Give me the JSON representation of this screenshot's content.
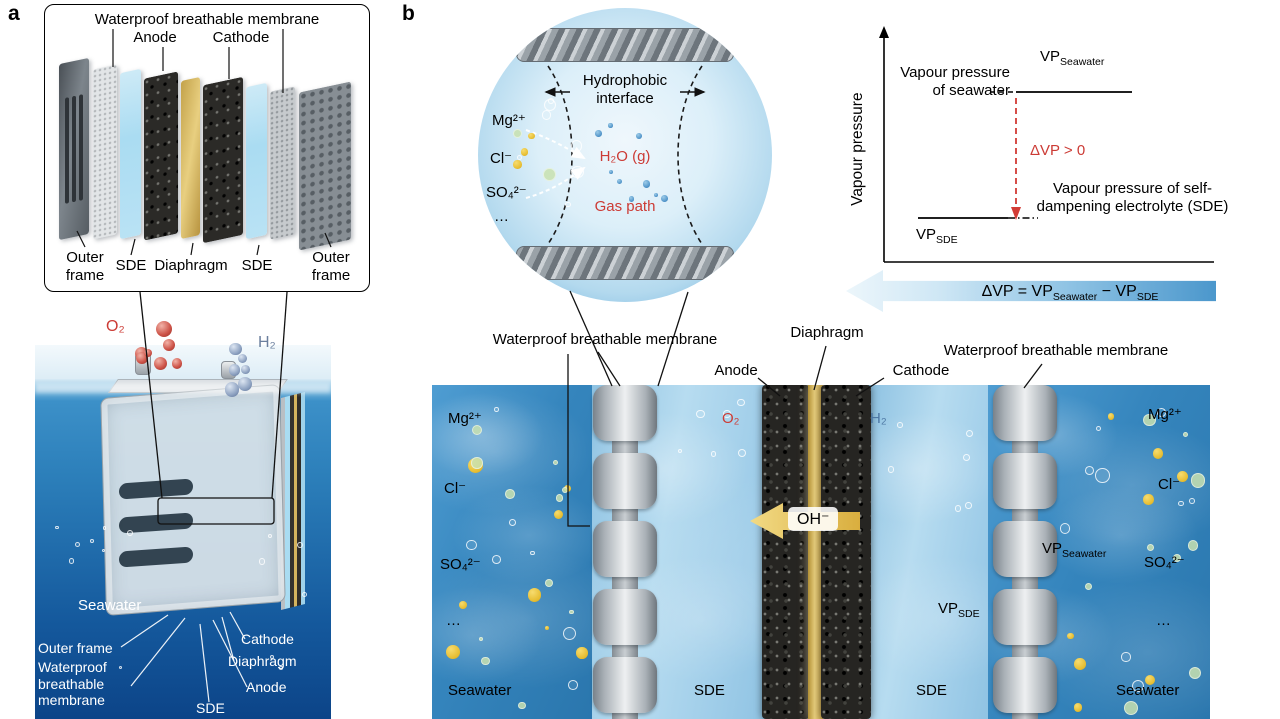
{
  "terms": {
    "vp": "VP",
    "seawater": "Seawater",
    "sde": "SDE"
  },
  "panel_a": {
    "label": "a",
    "exploded": {
      "membrane": "Waterproof breathable membrane",
      "anode": "Anode",
      "cathode": "Cathode",
      "outer_frame_left": "Outer frame",
      "sde_left": "SDE",
      "diaphragm": "Diaphragm",
      "sde_right": "SDE",
      "outer_frame_right": "Outer frame"
    },
    "scene": {
      "o2": "O₂",
      "h2": "H₂",
      "seawater": "Seawater",
      "outer_frame": "Outer frame",
      "membrane": "Waterproof breathable membrane",
      "sde": "SDE",
      "anode": "Anode",
      "diaphragm": "Diaphragm",
      "cathode": "Cathode"
    }
  },
  "panel_b": {
    "label": "b",
    "zoom": {
      "hydrophobic": "Hydrophobic interface",
      "h2o_gas": "H₂O (g)",
      "gas_path": "Gas path",
      "mg": "Mg²⁺",
      "cl": "Cl⁻",
      "so4": "SO₄²⁻",
      "ellipsis": "…"
    },
    "graph": {
      "y_axis": "Vapour pressure",
      "seawater_desc": "Vapour pressure of seawater",
      "delta_gt": "ΔVP > 0",
      "sde_desc": "Vapour pressure of self-dampening electrolyte (SDE)",
      "eq_p1": "ΔVP = VP",
      "eq_p2": " − VP"
    },
    "cross": {
      "membrane_left": "Waterproof breathable membrane",
      "membrane_right": "Waterproof breathable membrane",
      "diaphragm": "Diaphragm",
      "anode": "Anode",
      "cathode": "Cathode",
      "o2": "O₂",
      "h2": "H₂",
      "oh": "OH⁻",
      "mg_left": "Mg²⁺",
      "cl_left": "Cl⁻",
      "so4_left": "SO₄²⁻",
      "ellipsis_left": "…",
      "mg_right": "Mg²⁺",
      "cl_right": "Cl⁻",
      "so4_right": "SO₄²⁻",
      "ellipsis_right": "…",
      "seawater_left": "Seawater",
      "seawater_right": "Seawater",
      "sde_left": "SDE",
      "sde_right": "SDE"
    }
  }
}
